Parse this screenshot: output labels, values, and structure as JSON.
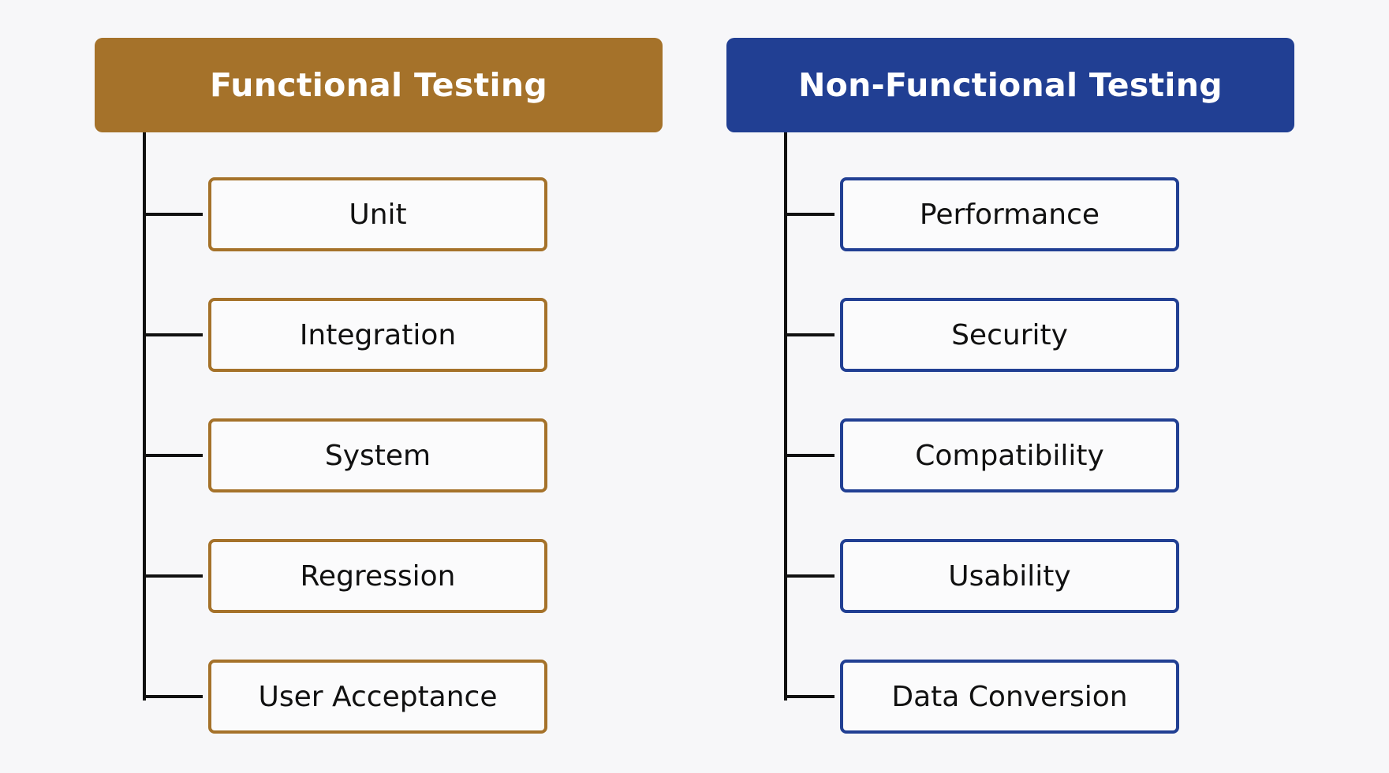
{
  "colors": {
    "functional": "#a5722a",
    "non_functional": "#213f93",
    "connector": "#111111"
  },
  "functional": {
    "title": "Functional Testing",
    "items": [
      "Unit",
      "Integration",
      "System",
      "Regression",
      "User Acceptance"
    ]
  },
  "non_functional": {
    "title": "Non-Functional Testing",
    "items": [
      "Performance",
      "Security",
      "Compatibility",
      "Usability",
      "Data Conversion"
    ]
  }
}
